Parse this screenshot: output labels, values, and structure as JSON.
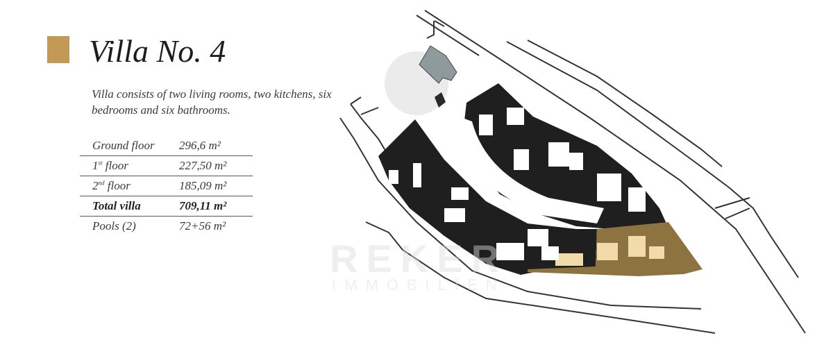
{
  "header": {
    "title": "Villa No. 4",
    "accent_color": "#c29a55"
  },
  "description": "Villa consists of two living rooms, two kitchens, six bedrooms and six bathrooms.",
  "specs": [
    {
      "label": "Ground floor",
      "sup": "",
      "value": "296,6 m²"
    },
    {
      "label": "1",
      "sup": "st",
      "label_rest": " floor",
      "value": "227,50 m²"
    },
    {
      "label": "2",
      "sup": "nd",
      "label_rest": " floor",
      "value": "185,09 m²"
    },
    {
      "label": "Total villa",
      "sup": "",
      "value": "709,11 m²"
    },
    {
      "label": "Pools (2)",
      "sup": "",
      "value": "72+56 m²"
    }
  ],
  "site_plan": {
    "highlight_color": "#8c7340",
    "watermark": "REKER IMMOBILIEN"
  }
}
